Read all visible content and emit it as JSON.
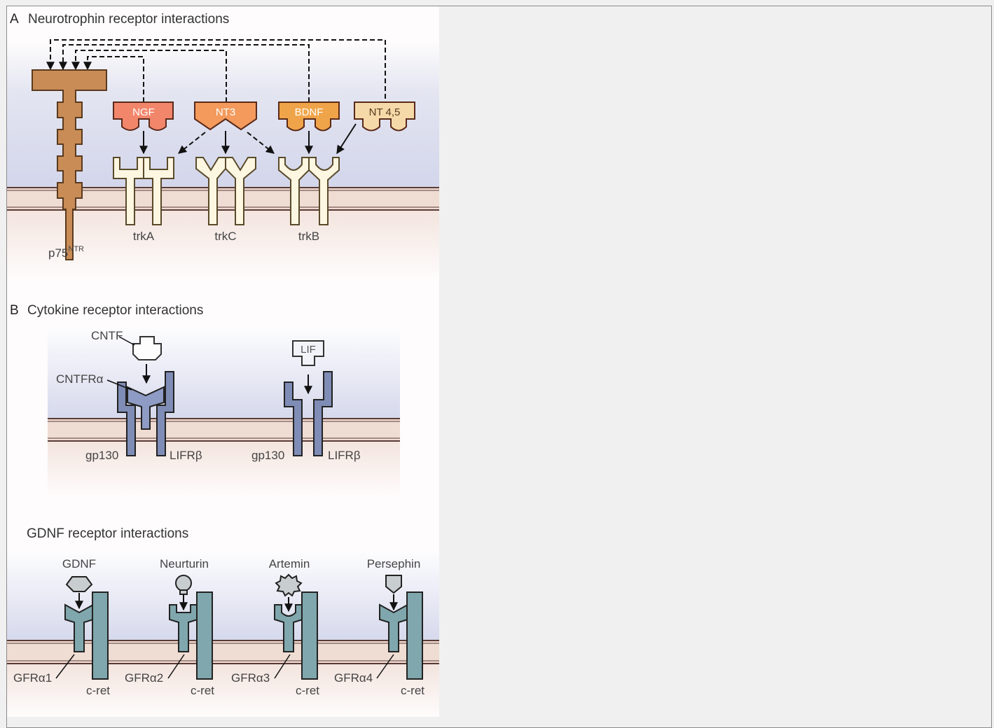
{
  "panelA": {
    "letter": "A",
    "title": "Neurotrophin receptor interactions",
    "ligands": [
      "NGF",
      "NT3",
      "BDNF",
      "NT 4,5"
    ],
    "receptors": [
      "trkA",
      "trkC",
      "trkB"
    ],
    "p75_base": "p75",
    "p75_sup": "NTR"
  },
  "panelB": {
    "letter": "B",
    "title": "Cytokine receptor interactions",
    "cntf": "CNTF",
    "cntfr": "CNTFRα",
    "lif": "LIF",
    "gp130_1": "gp130",
    "lifrb_1": "LIFRβ",
    "gp130_2": "gp130",
    "lifrb_2": "LIFRβ"
  },
  "panelC": {
    "title": "GDNF receptor interactions",
    "ligands": [
      "GDNF",
      "Neurturin",
      "Artemin",
      "Persephin"
    ],
    "coreceptors": [
      "GFRα1",
      "GFRα2",
      "GFRα3",
      "GFRα4"
    ],
    "cret": [
      "c-ret",
      "c-ret",
      "c-ret",
      "c-ret"
    ]
  },
  "colors": {
    "p75": "#c98c57",
    "ngf": "#f2866b",
    "nt3": "#f39a5c",
    "bdnf": "#f0a449",
    "nt45": "#f6d9a9",
    "trk": "#fdf6e1",
    "cytokine_receptor": "#7f8cb6",
    "gdnf_receptor": "#7fa7ad",
    "ligand_grey": "#c8cdcf",
    "membrane_line": "#5a3a35"
  }
}
